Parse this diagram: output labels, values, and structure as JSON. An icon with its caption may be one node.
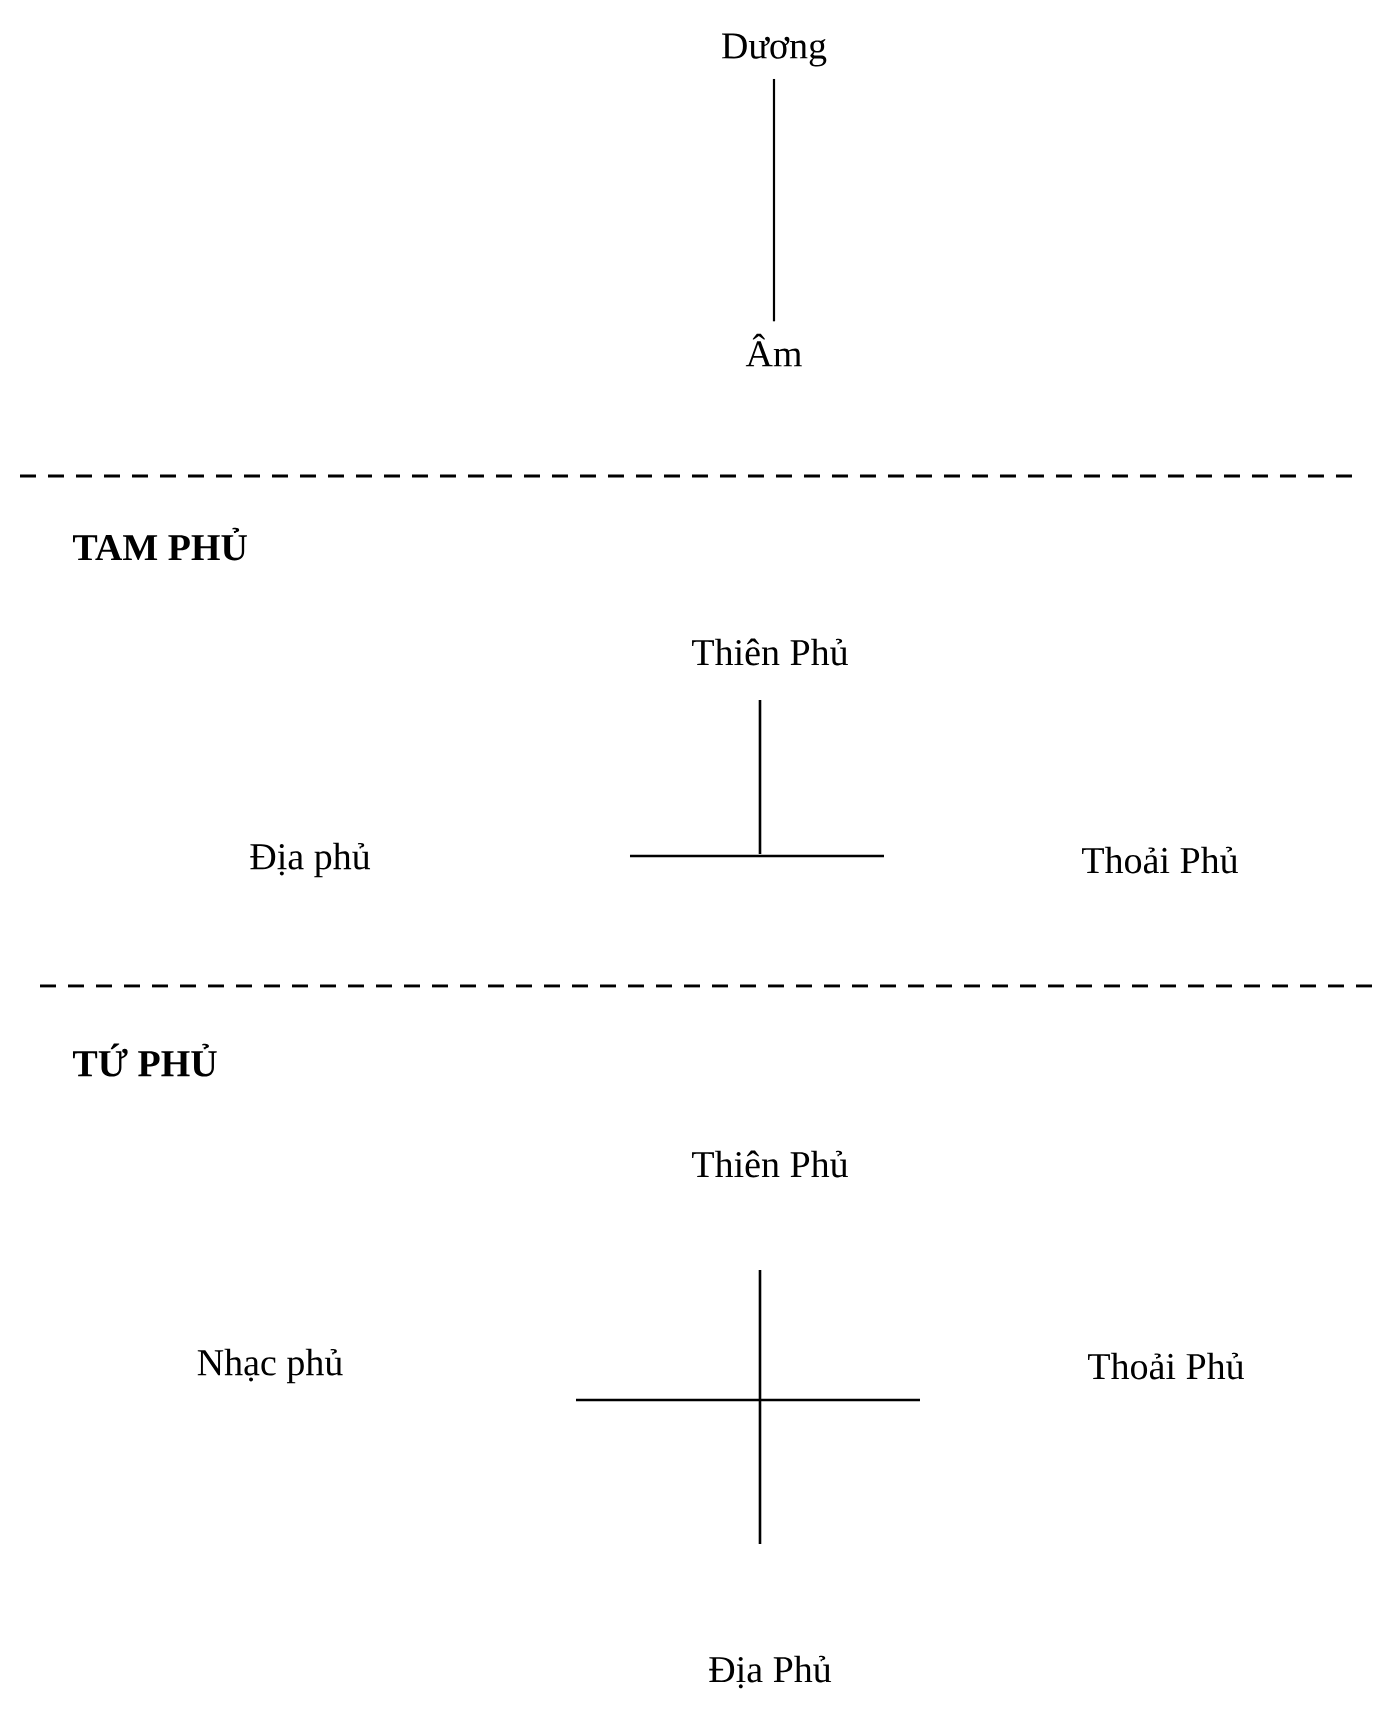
{
  "diagram": {
    "nodes": [
      {
        "text": [
          "Dương"
        ]
      },
      {
        "text": [
          "Âm"
        ]
      }
    ],
    "edges": [
      {
        "from": 0,
        "to": 1,
        "arrow": "none"
      }
    ],
    "labels": [
      "TAM PHỦ",
      "Thiên Phủ",
      "Địa phủ",
      "Thoải Phủ",
      "TỨ PHỦ",
      "Thiên Phủ",
      "Nhạc phủ",
      "Thoải Phủ",
      "Địa Phủ"
    ]
  }
}
